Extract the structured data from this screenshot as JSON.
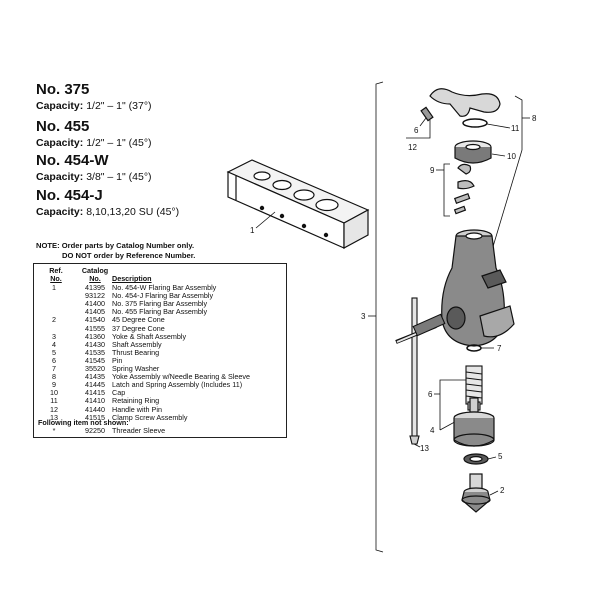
{
  "models": [
    {
      "number": "No. 375",
      "capacity_label": "Capacity:",
      "capacity_value": "1/2\" – 1\" (37°)"
    },
    {
      "number": "No. 455",
      "capacity_label": "Capacity:",
      "capacity_value": "1/2\" – 1\" (45°)"
    },
    {
      "number": "No. 454-W",
      "capacity_label": "Capacity:",
      "capacity_value": "3/8\" – 1\" (45°)"
    },
    {
      "number": "No. 454-J",
      "capacity_label": "Capacity:",
      "capacity_value": "8,10,13,20 SU (45°)"
    }
  ],
  "note": {
    "line1": "NOTE: Order parts by Catalog Number only.",
    "line2": "DO NOT order by Reference Number."
  },
  "table": {
    "headers": {
      "ref_line1": "Ref.",
      "ref_line2": "No.",
      "cat_line1": "Catalog",
      "cat_line2": "No.",
      "description": "Description"
    },
    "rows": [
      {
        "ref": "1",
        "cat": "41395",
        "desc": "No. 454-W Flaring Bar Assembly"
      },
      {
        "ref": "",
        "cat": "93122",
        "desc": "No. 454-J Flaring Bar Assembly"
      },
      {
        "ref": "",
        "cat": "41400",
        "desc": "No. 375 Flaring Bar Assembly"
      },
      {
        "ref": "",
        "cat": "41405",
        "desc": "No. 455 Flaring Bar Assembly"
      },
      {
        "ref": "2",
        "cat": "41540",
        "desc": "45 Degree Cone"
      },
      {
        "ref": "",
        "cat": "41555",
        "desc": "37 Degree Cone"
      },
      {
        "ref": "3",
        "cat": "41360",
        "desc": "Yoke & Shaft Assembly"
      },
      {
        "ref": "4",
        "cat": "41430",
        "desc": "Shaft Assembly"
      },
      {
        "ref": "5",
        "cat": "41535",
        "desc": "Thrust Bearing"
      },
      {
        "ref": "6",
        "cat": "41545",
        "desc": "Pin"
      },
      {
        "ref": "7",
        "cat": "35520",
        "desc": "Spring Washer"
      },
      {
        "ref": "8",
        "cat": "41435",
        "desc": "Yoke Assembly w/Needle Bearing & Sleeve"
      },
      {
        "ref": "9",
        "cat": "41445",
        "desc": "Latch and Spring Assembly (Includes 11)"
      },
      {
        "ref": "10",
        "cat": "41415",
        "desc": "Cap"
      },
      {
        "ref": "11",
        "cat": "41410",
        "desc": "Retaining Ring"
      },
      {
        "ref": "12",
        "cat": "41440",
        "desc": "Handle with Pin"
      },
      {
        "ref": "13",
        "cat": "41515",
        "desc": "Clamp Screw Assembly"
      }
    ],
    "following_label": "Following item not shown:",
    "extra_row": {
      "ref": "*",
      "cat": "92250",
      "desc": "Threader Sleeve"
    }
  },
  "callouts": {
    "c1": "1",
    "c2": "2",
    "c3": "3",
    "c4": "4",
    "c5": "5",
    "c6a": "6",
    "c6b": "6",
    "c7": "7",
    "c8": "8",
    "c9": "9",
    "c10": "10",
    "c11": "11",
    "c12": "12",
    "c13": "13"
  },
  "colors": {
    "ink": "#111111",
    "body_fill": "#8a8a8a",
    "light_fill": "#cfcfcf"
  }
}
